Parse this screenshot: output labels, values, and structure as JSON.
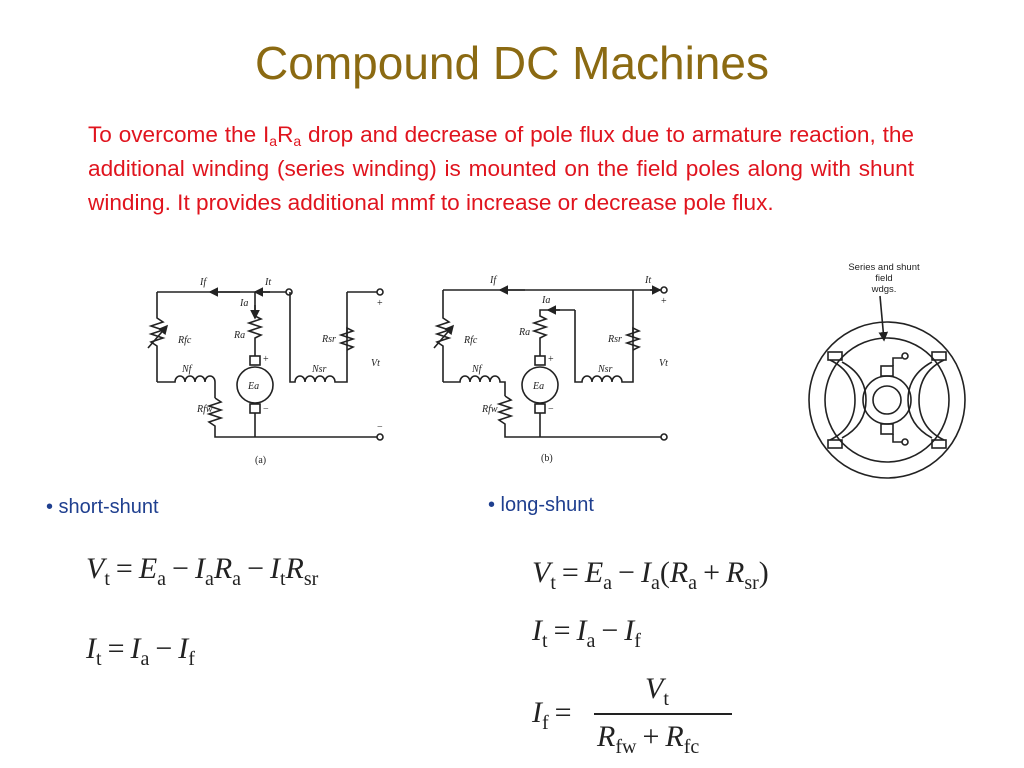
{
  "title": "Compound DC Machines",
  "paragraph": {
    "t1": "To overcome the ",
    "I": "I",
    "a1": "a",
    "R": "R",
    "a2": "a",
    "t2": " drop and decrease of pole flux due to armature reaction, the additional winding (series winding) is mounted on the field poles along with shunt winding. It provides additional mmf to increase or decrease pole flux."
  },
  "figure_labels": {
    "If": "If",
    "It": "It",
    "Ia": "Ia",
    "Ra": "Ra",
    "Rfc": "Rfc",
    "Rsr": "Rsr",
    "Nf": "Nf",
    "Nsr": "Nsr",
    "Rfw": "Rfw",
    "Ea": "Ea",
    "Vt": "Vt",
    "plus": "+",
    "minus": "−",
    "cap_a": "(a)",
    "cap_b": "(b)",
    "pole_label_1": "Series and shunt",
    "pole_label_2": "field",
    "pole_label_3": "wdgs."
  },
  "sections": {
    "short": "• short-shunt",
    "long": "• long-shunt"
  },
  "sym": {
    "V": "V",
    "E": "E",
    "I": "I",
    "R": "R",
    "t": "t",
    "a": "a",
    "sr": "sr",
    "f": "f",
    "fw": "fw",
    "fc": "fc",
    "eq": "=",
    "minus": "−",
    "plus": "+",
    "lp": "(",
    "rp": ")"
  }
}
